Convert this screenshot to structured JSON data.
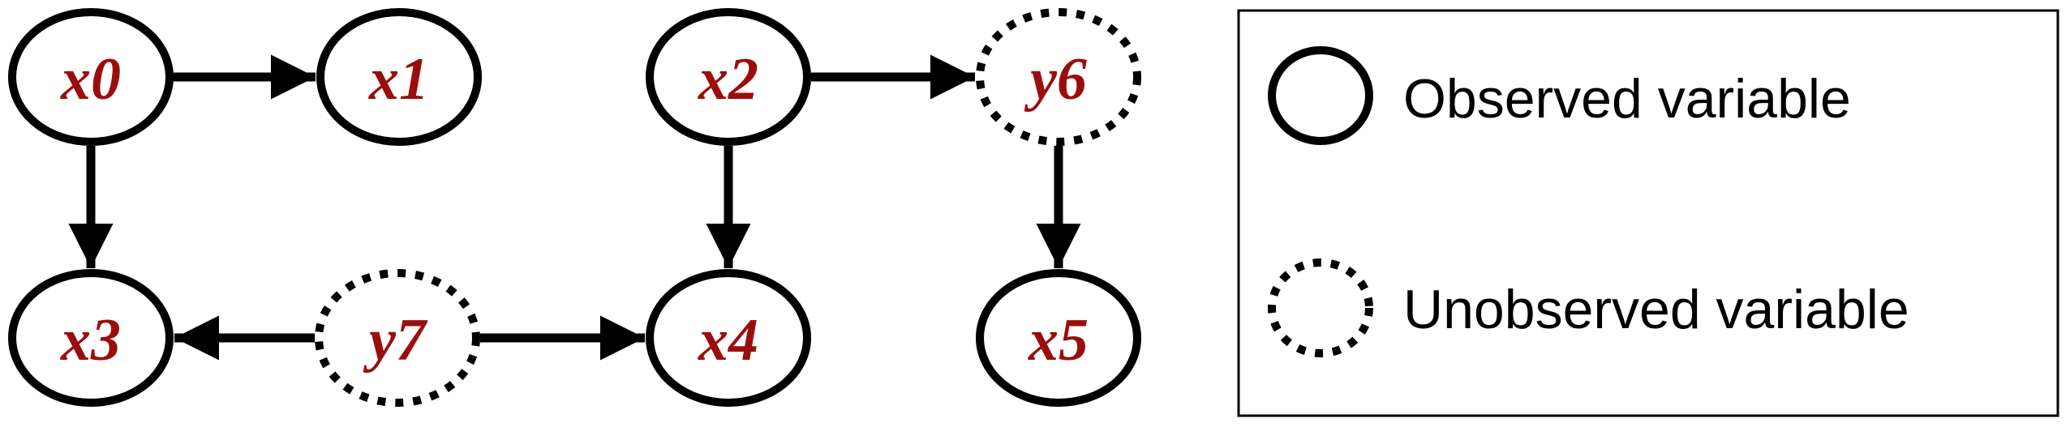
{
  "diagram": {
    "colors": {
      "label": "#9b0d0d",
      "stroke": "#000000",
      "background": "#ffffff"
    },
    "nodes": [
      {
        "id": "x0",
        "label": "x0",
        "observed": true
      },
      {
        "id": "x1",
        "label": "x1",
        "observed": true
      },
      {
        "id": "x2",
        "label": "x2",
        "observed": true
      },
      {
        "id": "y6",
        "label": "y6",
        "observed": false
      },
      {
        "id": "x3",
        "label": "x3",
        "observed": true
      },
      {
        "id": "y7",
        "label": "y7",
        "observed": false
      },
      {
        "id": "x4",
        "label": "x4",
        "observed": true
      },
      {
        "id": "x5",
        "label": "x5",
        "observed": true
      }
    ],
    "edges": [
      {
        "from": "x0",
        "to": "x1"
      },
      {
        "from": "x0",
        "to": "x3"
      },
      {
        "from": "x2",
        "to": "y6"
      },
      {
        "from": "x2",
        "to": "x4"
      },
      {
        "from": "y6",
        "to": "x5"
      },
      {
        "from": "y7",
        "to": "x3"
      },
      {
        "from": "y7",
        "to": "x4"
      }
    ]
  },
  "legend": {
    "observed_label": "Observed variable",
    "unobserved_label": "Unobserved variable"
  }
}
